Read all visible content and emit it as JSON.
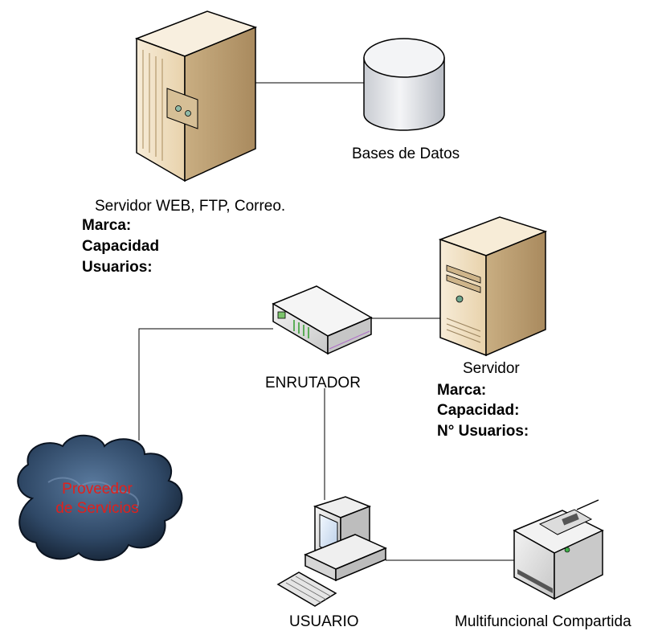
{
  "nodes": {
    "web_server": {
      "label": "Servidor WEB, FTP, Correo.",
      "fields": [
        "Marca:",
        "Capacidad",
        "Usuarios:"
      ],
      "icon": "tower-server-icon"
    },
    "database": {
      "label": "Bases de Datos",
      "icon": "database-cylinder-icon"
    },
    "router": {
      "label": "ENRUTADOR",
      "icon": "router-icon"
    },
    "server": {
      "label": "Servidor",
      "fields": [
        "Marca:",
        "Capacidad:",
        "N° Usuarios:"
      ],
      "icon": "server-icon"
    },
    "cloud": {
      "label_line1": "Proveedor",
      "label_line2": "de Servicios",
      "icon": "cloud-icon",
      "text_color": "#e2201b"
    },
    "user": {
      "label": "USUARIO",
      "icon": "desktop-computer-icon"
    },
    "printer": {
      "label": "Multifuncional Compartida",
      "icon": "printer-icon"
    }
  }
}
